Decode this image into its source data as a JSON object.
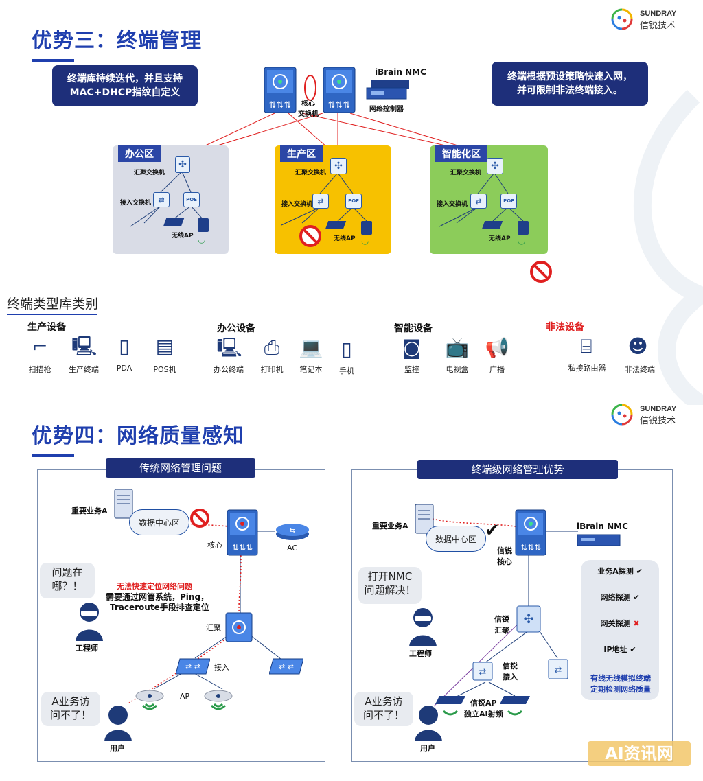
{
  "logo": {
    "en": "SUNDRAY",
    "cn": "信锐技术"
  },
  "section3": {
    "title": "优势三：终端管理",
    "left_note": [
      "终端库持续迭代，并且支持",
      "MAC+DHCP指纹自定义"
    ],
    "right_note": [
      "终端根据预设策略快速入网，",
      "并可限制非法终端接入。"
    ],
    "core_label": [
      "核心",
      "交换机"
    ],
    "nmc_label": "iBrain NMC",
    "controller_label": "网络控制器",
    "zones": [
      {
        "name": "办公区",
        "agg": "汇聚交换机",
        "access": "接入交换机",
        "poe": "POE",
        "ap": "无线AP"
      },
      {
        "name": "生产区",
        "agg": "汇聚交换机",
        "access": "接入交换机",
        "poe": "POE",
        "ap": "无线AP"
      },
      {
        "name": "智能化区",
        "agg": "汇聚交换机",
        "access": "接入交换机",
        "poe": "POE",
        "ap": "无线AP"
      }
    ],
    "types_title": "终端类型库类别",
    "categories": [
      {
        "name": "生产设备",
        "items": [
          {
            "icon": "scanner-icon",
            "label": "扫描枪"
          },
          {
            "icon": "pc-icon",
            "label": "生产终端"
          },
          {
            "icon": "pda-icon",
            "label": "PDA"
          },
          {
            "icon": "pos-icon",
            "label": "POS机"
          }
        ]
      },
      {
        "name": "办公设备",
        "items": [
          {
            "icon": "desktop-icon",
            "label": "办公终端"
          },
          {
            "icon": "printer-icon",
            "label": "打印机"
          },
          {
            "icon": "laptop-icon",
            "label": "笔记本"
          },
          {
            "icon": "phone-icon",
            "label": "手机"
          }
        ]
      },
      {
        "name": "智能设备",
        "items": [
          {
            "icon": "camera-icon",
            "label": "监控"
          },
          {
            "icon": "tv-icon",
            "label": "电视盒"
          },
          {
            "icon": "speaker-icon",
            "label": "广播"
          }
        ]
      },
      {
        "name": "非法设备",
        "items": [
          {
            "icon": "router-icon",
            "label": "私接路由器"
          },
          {
            "icon": "hacker-icon",
            "label": "非法终端"
          }
        ]
      }
    ]
  },
  "section4": {
    "title": "优势四：网络质量感知",
    "left_panel": {
      "title": "传统网络管理问题",
      "server": "重要业务A",
      "cloud": "数据中心区",
      "core": "核心",
      "ac": "AC",
      "agg": "汇聚",
      "access": "接入",
      "ap": "AP",
      "red_note": "无法快速定位网络问题",
      "note": [
        "需要通过网管系统，Ping，",
        "Traceroute手段排查定位"
      ],
      "engineer_bubble": [
        "问题在",
        "哪？！"
      ],
      "engineer": "工程师",
      "user_bubble": [
        "A业务访",
        "问不了！"
      ],
      "user": "用户"
    },
    "right_panel": {
      "title": "终端级网络管理优势",
      "server": "重要业务A",
      "cloud": "数据中心区",
      "core": [
        "信锐",
        "核心"
      ],
      "nmc": "iBrain NMC",
      "agg": [
        "信锐",
        "汇聚"
      ],
      "access": [
        "信锐",
        "接入"
      ],
      "ap": [
        "信锐AP",
        "独立AI射频"
      ],
      "engineer_bubble": [
        "打开NMC",
        "问题解决！"
      ],
      "engineer": "工程师",
      "user_bubble": [
        "A业务访",
        "问不了！"
      ],
      "user": "用户",
      "probes": [
        {
          "label": "业务A探测",
          "status": "✔"
        },
        {
          "label": "网络探测",
          "status": "✔"
        },
        {
          "label": "网关探测",
          "status": "✖"
        },
        {
          "label": "IP地址",
          "status": "✔"
        }
      ],
      "probe_note": [
        "有线无线模拟终端",
        "定期检测网络质量"
      ]
    }
  },
  "watermark": "AI资讯网",
  "colors": {
    "brand": "#1f3fae",
    "navy": "#1e2f7a",
    "office": "#d9dce6",
    "production": "#f7c100",
    "smart": "#8ccc5a",
    "link": "#e02020"
  }
}
